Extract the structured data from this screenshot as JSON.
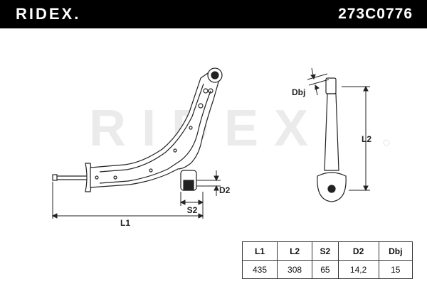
{
  "header": {
    "brand": "RIDEX.",
    "part_number": "273C0776"
  },
  "watermark": "RIDEX",
  "dimension_labels": {
    "l1": "L1",
    "l2": "L2",
    "s2": "S2",
    "d2": "D2",
    "dbj": "Dbj"
  },
  "specs": {
    "headers": [
      "L1",
      "L2",
      "S2",
      "D2",
      "Dbj"
    ],
    "values": [
      "435",
      "308",
      "65",
      "14,2",
      "15"
    ]
  },
  "colors": {
    "header_bg": "#000000",
    "header_text": "#ffffff",
    "line": "#222222",
    "watermark": "#ebebeb"
  }
}
